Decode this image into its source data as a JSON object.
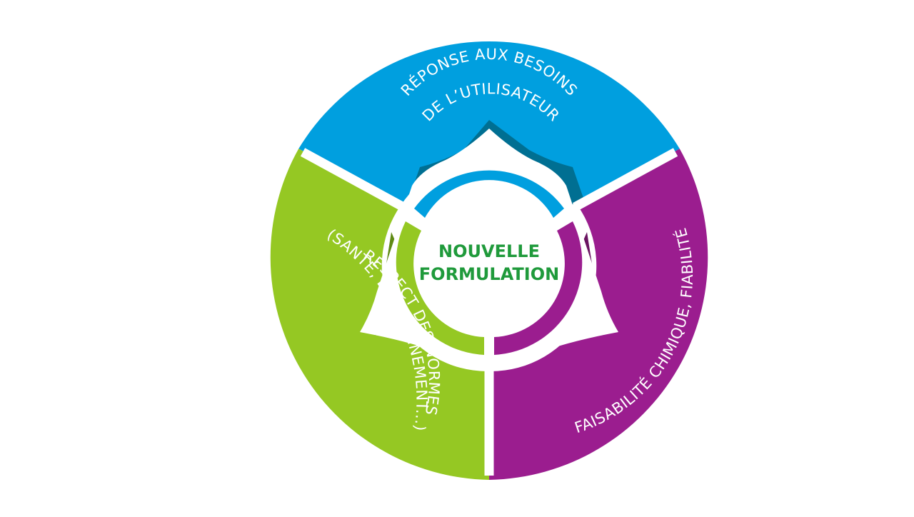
{
  "center": {
    "line1": "NOUVELLE",
    "line2": "FORMULATION"
  },
  "segments": {
    "top": {
      "line1": "RÉPONSE AUX BESOINS",
      "line2": "DE L’UTILISATEUR",
      "color": "#009fdf",
      "dark_color": "#006f92"
    },
    "left": {
      "line1": "RESPECT DES NORMES",
      "line2": "(SANTÉ, ENVIRONNEMENT...)",
      "color": "#95c823",
      "dark_color": "#5f8a14"
    },
    "right": {
      "line1": "FAISABILITÉ CHIMIQUE, FIABILITÉ",
      "color": "#9b1d8f",
      "dark_color": "#6a1461"
    }
  },
  "colors": {
    "center_text": "#1f9a3b",
    "background": "#ffffff"
  }
}
